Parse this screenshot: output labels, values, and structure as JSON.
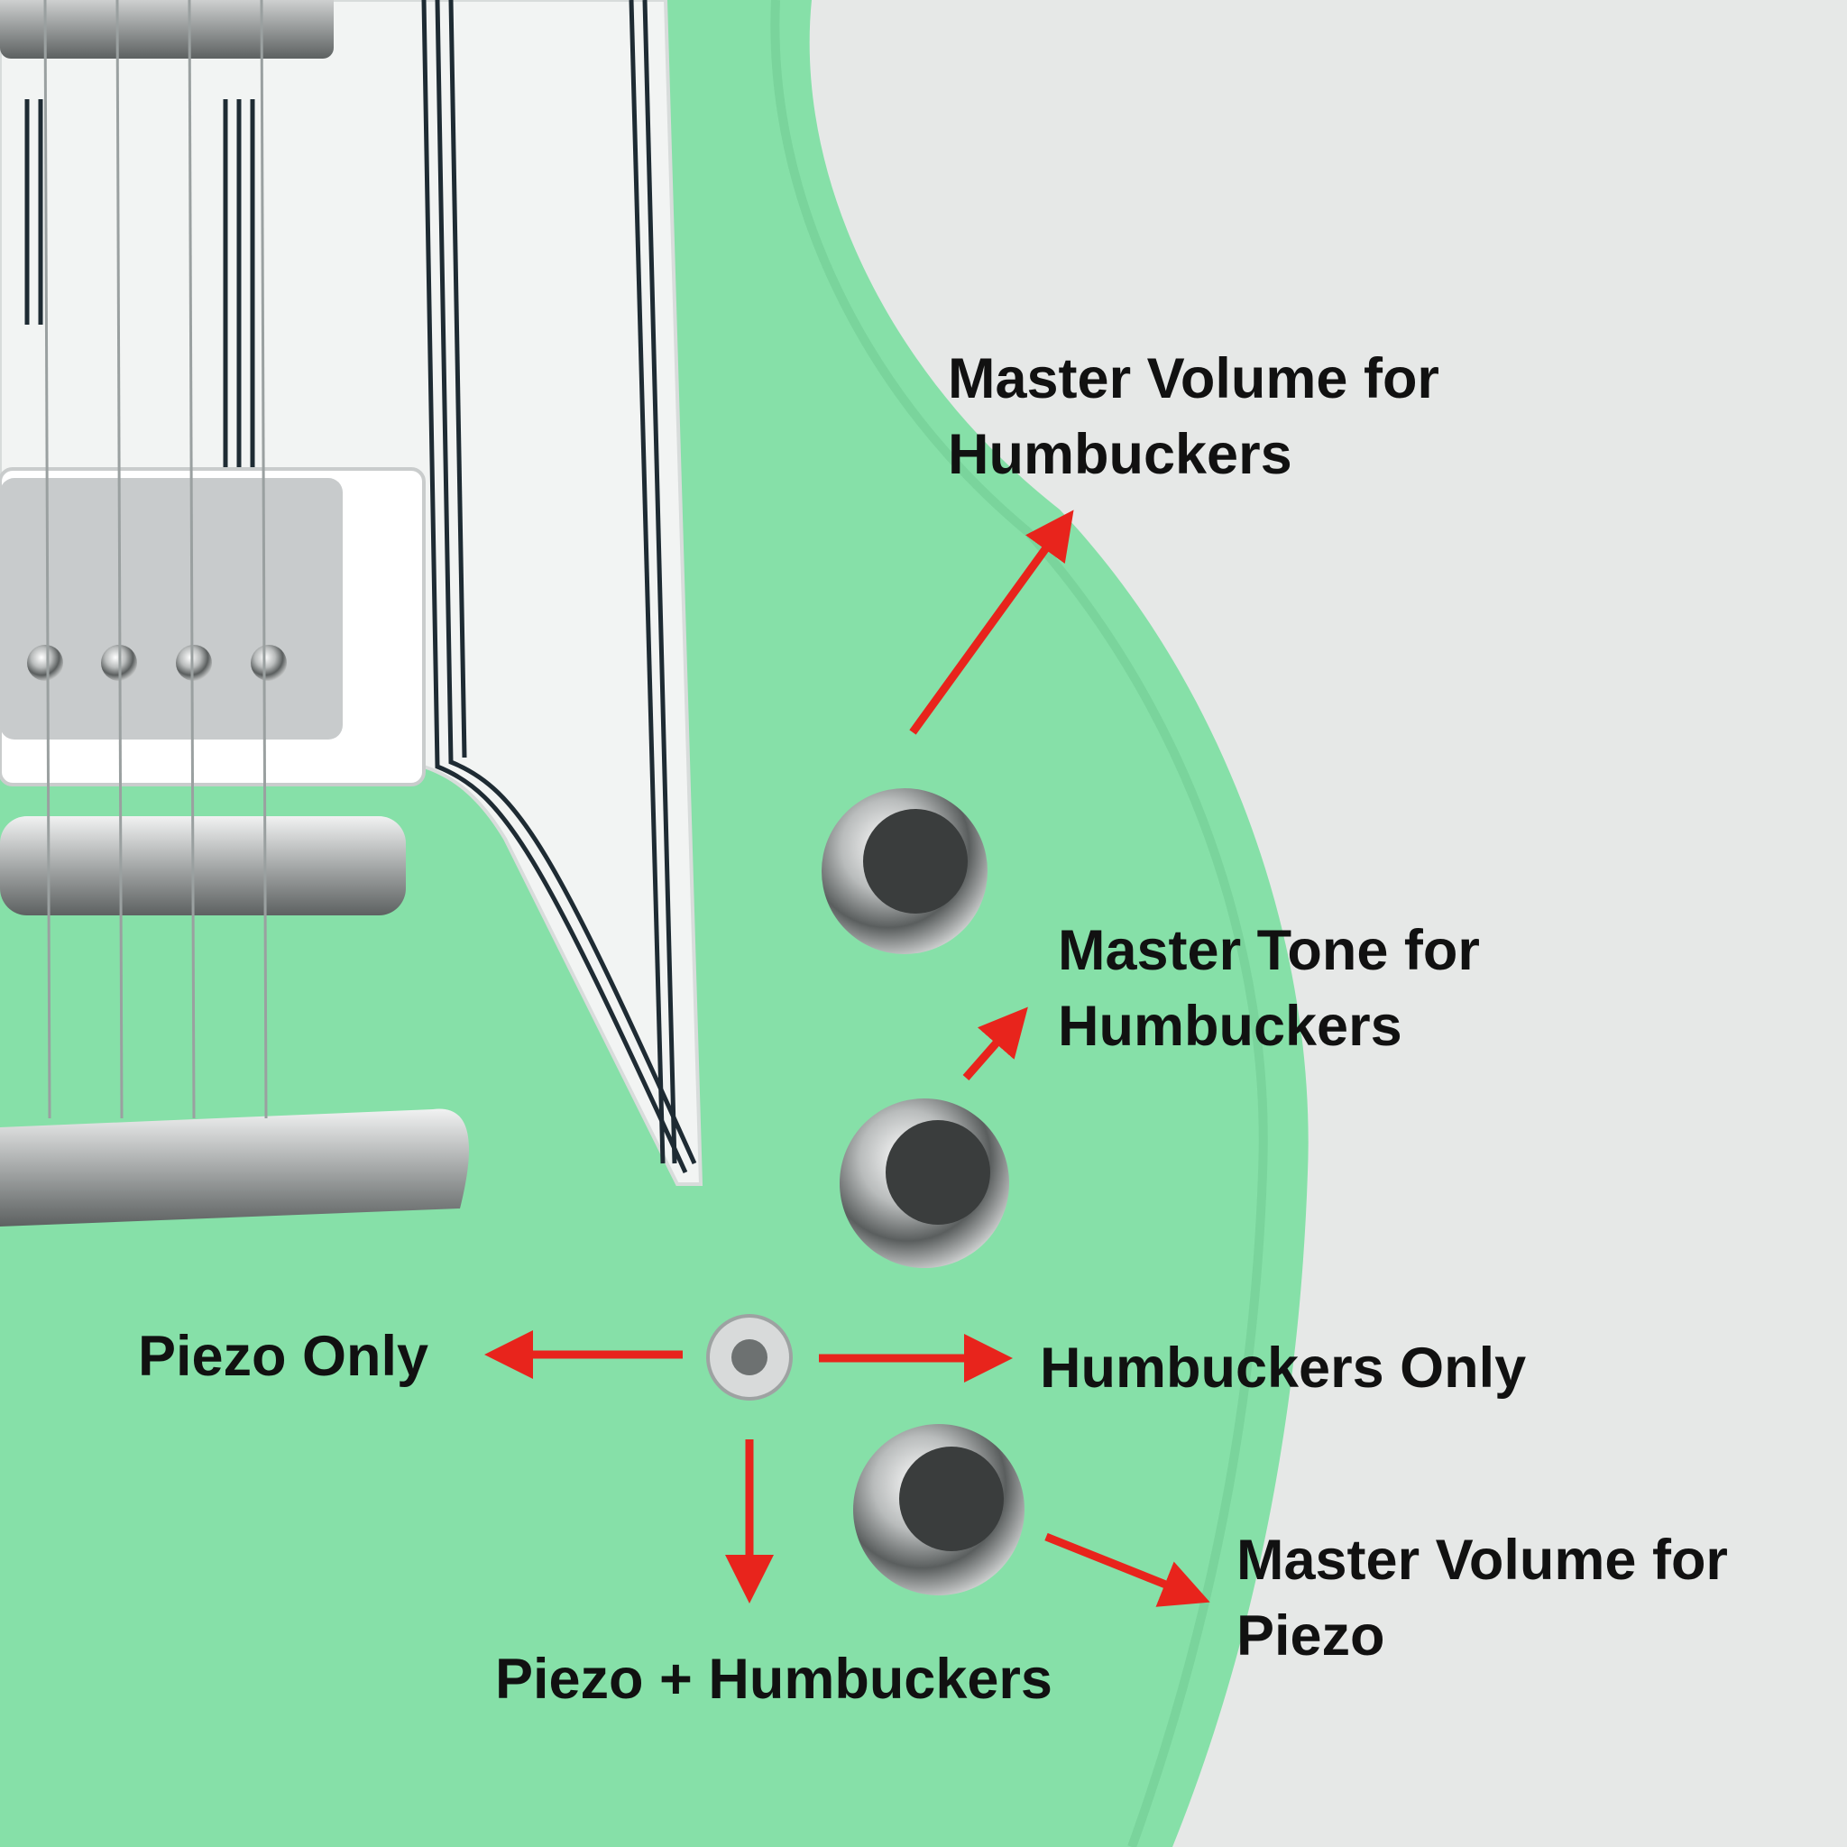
{
  "labels": {
    "master_volume_humbuckers": {
      "line1": "Master Volume for",
      "line2": "Humbuckers"
    },
    "master_tone_humbuckers": {
      "line1": "Master Tone for",
      "line2": "Humbuckers"
    },
    "piezo_only": "Piezo Only",
    "humbuckers_only": "Humbuckers Only",
    "piezo_plus_humbuckers": "Piezo + Humbuckers",
    "master_volume_piezo": {
      "line1": "Master Volume for",
      "line2": "Piezo"
    }
  },
  "colors": {
    "body": "#86e0a8",
    "arrow": "#e8241c",
    "background": "#e6e8e7",
    "pickguard": "#f2f4f3"
  }
}
